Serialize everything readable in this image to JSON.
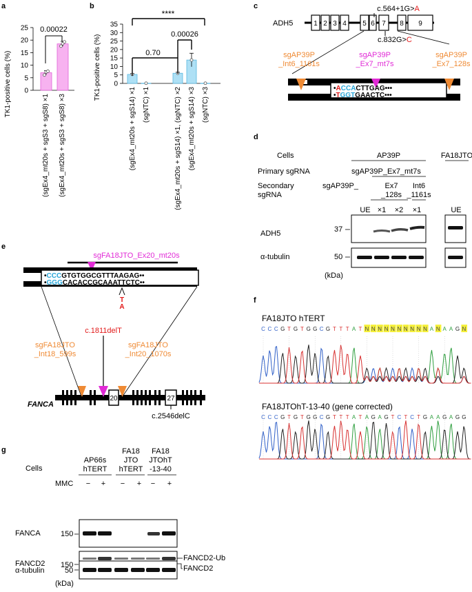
{
  "panel_labels": {
    "a": "a",
    "b": "b",
    "c": "c",
    "d": "d",
    "e": "e",
    "f": "f",
    "g": "g"
  },
  "panel_a": {
    "ylabel": "TK1-positive cells (%)",
    "yticks": [
      "0",
      "5",
      "10",
      "15",
      "20",
      "25"
    ],
    "pvalue": "0.00022",
    "categories": [
      "(sgEx4_mt20s + sgS3 + sgS8) ×1",
      "(sgEx4_mt20s + sgS3 + sgS8) ×3"
    ],
    "chart_data": {
      "type": "bar",
      "categories": [
        "(sgEx4_mt20s + sgS3 + sgS8) ×1",
        "(sgEx4_mt20s + sgS3 + sgS8) ×3"
      ],
      "values": [
        7.0,
        18.5
      ],
      "errors": [
        0.8,
        1.0
      ],
      "points": [
        [
          6.1,
          7.3,
          7.6
        ],
        [
          17.6,
          18.6,
          19.3
        ]
      ],
      "ylabel": "TK1-positive cells (%)",
      "ylim": [
        0,
        25
      ],
      "color": "#f7b2f0"
    }
  },
  "panel_b": {
    "ylabel": "TK1-positive cells (%)",
    "yticks": [
      "0",
      "5",
      "10",
      "15",
      "20",
      "25",
      "30",
      "35"
    ],
    "sig_top": "****",
    "p1": "0.70",
    "p2": "0.00026",
    "categories": [
      "(sgEx4_mt20s + sgS14) ×1",
      "(sgNTC) ×1",
      "(sgEx4_mt20s + sgS14) ×1, (sgNTC) ×2",
      "(sgEx4_mt20s + sgS14) ×3",
      "(sgNTC) ×3"
    ],
    "chart_data": {
      "type": "bar",
      "categories": [
        "(sgEx4_mt20s + sgS14) ×1",
        "(sgNTC) ×1",
        "(sgEx4_mt20s + sgS14) ×1, (sgNTC) ×2",
        "(sgEx4_mt20s + sgS14) ×3",
        "(sgNTC) ×3"
      ],
      "values": [
        5.3,
        0.1,
        6.0,
        13.8,
        0.1
      ],
      "errors": [
        0.5,
        0,
        0.6,
        4.0,
        0
      ],
      "ylabel": "TK1-positive cells (%)",
      "ylim": [
        0,
        35
      ],
      "color": "#aee0f5"
    }
  },
  "panel_c": {
    "gene": "ADH5",
    "exons": [
      "1",
      "2",
      "3",
      "4",
      "5",
      "6",
      "7",
      "8",
      "9"
    ],
    "mut1_prefix": "c.564+1G>",
    "mut1_alt": "A",
    "mut2_prefix": "c.832G>",
    "mut2_alt": "C",
    "sg_left_1": "sgAP39P",
    "sg_left_2": "_Int6_1161s",
    "sg_mid_1": "sgAP39P",
    "sg_mid_2": "_Ex7_mt7s",
    "sg_right_1": "sgAP39P",
    "sg_right_2": "_Ex7_128s",
    "seq_top_dot": "•",
    "seq_top_a": "A",
    "seq_top_b": "CCA",
    "seq_top_c": "CTTGAG",
    "seq_top_dots": "•••",
    "seq_bot_dot": "•",
    "seq_bot_a": "T",
    "seq_bot_b": "GGT",
    "seq_bot_c": "GAACTC",
    "seq_bot_dots": "•••"
  },
  "panel_d": {
    "cells_label": "Cells",
    "cell1": "AP39P",
    "cell2": "FA18JTO",
    "primary_label": "Primary sgRNA",
    "primary_value": "sgAP39P_Ex7_mt7s",
    "secondary_label_1": "Secondary",
    "secondary_label_2": "sgRNA",
    "secondary_prefix": "sgAP39P_",
    "sec_ex7_1": "Ex7",
    "sec_ex7_2": "_128s",
    "sec_int6_1": "Int6",
    "sec_int6_2": "_1161s",
    "lanes": [
      "UE",
      "×1",
      "×2",
      "×1",
      "UE"
    ],
    "blot1": "ADH5",
    "blot2": "α-tubulin",
    "mw1": "37",
    "mw2": "50",
    "kda": "(kDa)"
  },
  "panel_e": {
    "sg_top": "sgFA18JTO_Ex20_mt20s",
    "seq_top_dot": "•",
    "seq_top_a": "CCC",
    "seq_top_b": "GTGTGGCGTTTAAGAG",
    "seq_top_dots": "••",
    "seq_bot_dot": "•",
    "seq_bot_a": "GGG",
    "seq_bot_b": "CACACCGCAAATTCTC",
    "seq_bot_dots": "••",
    "ins_t": "T",
    "ins_a": "A",
    "mutation": "c.1811delT",
    "sg_left_1": "sgFA18JTO",
    "sg_left_2": "_Int18_599s",
    "sg_right_1": "sgFA18JTO",
    "sg_right_2": "_Int20_1070s",
    "gene": "FANCA",
    "exon20": "20",
    "exon27": "27",
    "mutation2": "c.2546delC"
  },
  "panel_f": {
    "title1": "FA18JTO hTERT",
    "seq1": [
      "C",
      "C",
      "C",
      "G",
      "T",
      "G",
      "T",
      "G",
      "G",
      "C",
      "G",
      "T",
      "T",
      "T",
      "A",
      "T",
      "N",
      "N",
      "N",
      "N",
      "N",
      "N",
      "N",
      "N",
      "N",
      "N",
      "A",
      "N",
      "A",
      "A",
      "G",
      "N"
    ],
    "title2": "FA18JTOhT-13-40 (gene corrected)",
    "seq2": [
      "C",
      "C",
      "C",
      "G",
      "T",
      "G",
      "T",
      "G",
      "G",
      "C",
      "G",
      "T",
      "T",
      "T",
      "A",
      "T",
      "A",
      "G",
      "A",
      "G",
      "T",
      "C",
      "T",
      "C",
      "T",
      "G",
      "A",
      "A",
      "G",
      "A",
      "G",
      "G"
    ],
    "base_colors": {
      "A": "#2e9e3e",
      "C": "#3060c8",
      "G": "#222222",
      "T": "#d83030",
      "N": "#444444"
    },
    "highlight": "#f5f03c"
  },
  "panel_g": {
    "cells_label": "Cells",
    "cell1_1": "AP66s",
    "cell1_2": "hTERT",
    "cell2_1": "FA18",
    "cell2_2": "JTO",
    "cell2_3": "hTERT",
    "cell3_1": "FA18",
    "cell3_2": "JTOhT",
    "cell3_3": "-13-40",
    "mmc_label": "MMC",
    "mmc_lanes": [
      "−",
      "+",
      "−",
      "+",
      "−",
      "+"
    ],
    "blot1": "FANCA",
    "blot2": "FANCD2",
    "blot3": "α-tubulin",
    "mw1": "150",
    "mw2": "150",
    "mw3": "50",
    "kda": "(kDa)",
    "ub_label": "FANCD2-Ub",
    "fancd2_label": "FANCD2"
  }
}
